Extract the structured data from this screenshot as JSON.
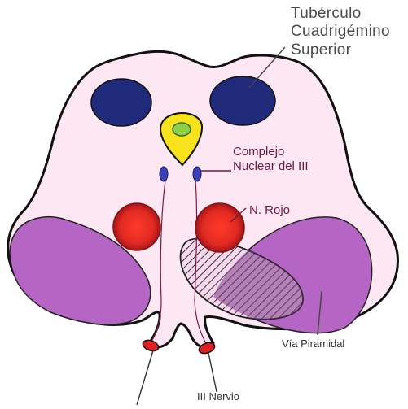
{
  "labels": {
    "tuberculo_line1": "Tubérculo",
    "tuberculo_line2": "Cuadrigémino",
    "tuberculo_line3": "Superior",
    "complejo_line1": "Complejo",
    "complejo_line2": "Nuclear del III",
    "rojo": "N. Rojo",
    "via": "Vía Piramidal",
    "nervio": "III Nervio"
  },
  "colors": {
    "brainstem_fill": "#fde7f3",
    "colliculi": "#1f2a7a",
    "aqueduct_outer": "#f7e21c",
    "aqueduct_inner": "#8cd04a",
    "nucleus_III": "#3b3fb8",
    "red_nucleus": "#d9221f",
    "pyramidal": "#b565c4",
    "nerve_root": "#e02020"
  }
}
